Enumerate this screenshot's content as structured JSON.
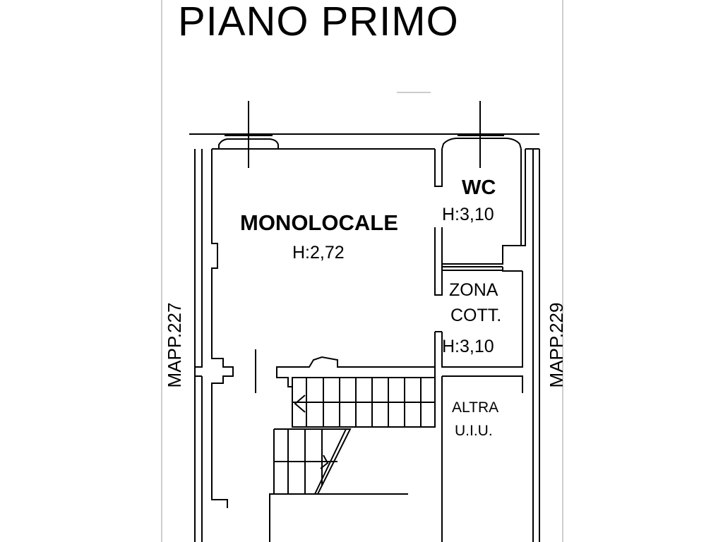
{
  "title": "PIANO PRIMO",
  "rooms": {
    "monolocale": {
      "name": "MONOLOCALE",
      "height": "H:2,72"
    },
    "wc": {
      "name": "WC",
      "height": "H:3,10"
    },
    "zona_cottura": {
      "name_line1": "ZONA",
      "name_line2": "COTT.",
      "height": "H:3,10"
    },
    "altra_uiu": {
      "name_line1": "ALTRA",
      "name_line2": "U.I.U."
    }
  },
  "parcels": {
    "left": "MAPP.227",
    "right": "MAPP.229"
  },
  "colors": {
    "line": "#000000",
    "background": "#ffffff",
    "border": "#bdbdbd"
  }
}
